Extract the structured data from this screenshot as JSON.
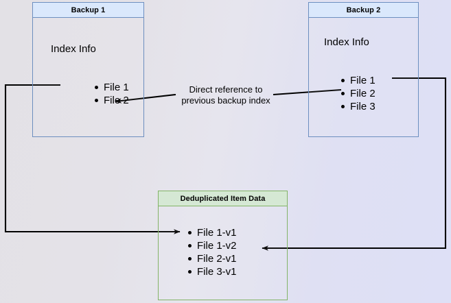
{
  "diagram": {
    "background_left_color": "#e3e1e6",
    "background_right_color": "#dee0f6",
    "blue_fill": "#dae8fc",
    "blue_stroke": "#6c8ebf",
    "green_fill": "#d5e8d4",
    "green_stroke": "#82b366",
    "edge_color": "#000000"
  },
  "backup1": {
    "header": "Backup 1",
    "title": "Index Info",
    "files": [
      "File 1",
      "File 2"
    ]
  },
  "backup2": {
    "header": "Backup 2",
    "title": "Index Info",
    "files": [
      "File 1",
      "File 2",
      "File 3"
    ]
  },
  "dedup": {
    "header": "Deduplicated Item Data",
    "files": [
      "File 1-v1",
      "File 1-v2",
      "File 2-v1",
      "File 3-v1"
    ]
  },
  "annotation": {
    "text": "Direct reference to\nprevious backup index"
  }
}
